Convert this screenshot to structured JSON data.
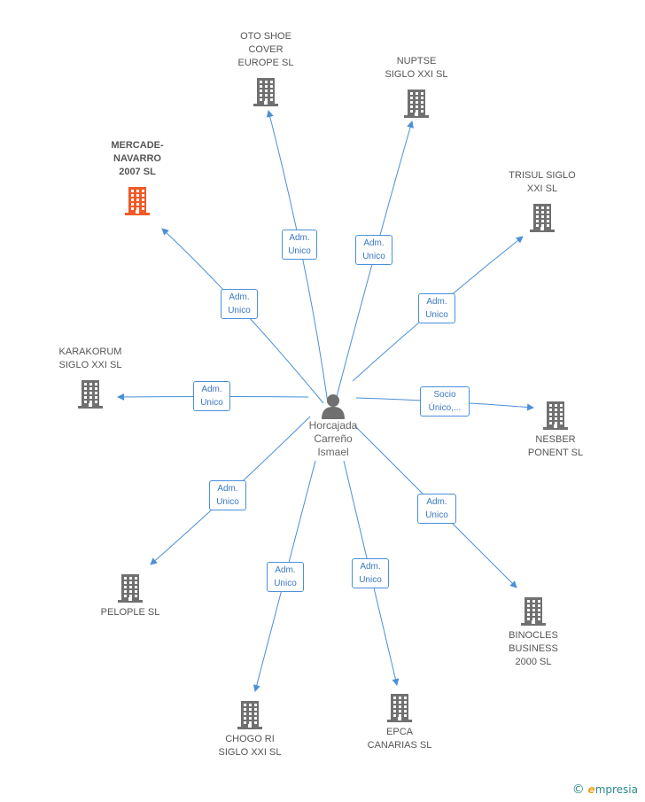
{
  "colors": {
    "edge": "#4a90d9",
    "building": "#707070",
    "building_highlight": "#f05a28"
  },
  "icons": {
    "company": "building-icon",
    "person": "person-icon"
  },
  "person": {
    "label_lines": [
      "Horcajada",
      "Carreño",
      "Ismael"
    ]
  },
  "companies": [
    {
      "id": "oto",
      "lines": [
        "OTO SHOE",
        "COVER",
        "EUROPE SL"
      ],
      "highlight": false,
      "relation": "Adm.\nUnico"
    },
    {
      "id": "nuptse",
      "lines": [
        "NUPTSE",
        "SIGLO XXI SL"
      ],
      "highlight": false,
      "relation": "Adm.\nUnico"
    },
    {
      "id": "mercade",
      "lines": [
        "MERCADE-",
        "NAVARRO",
        "2007 SL"
      ],
      "highlight": true,
      "relation": "Adm.\nUnico"
    },
    {
      "id": "trisul",
      "lines": [
        "TRISUL SIGLO",
        "XXI SL"
      ],
      "highlight": false,
      "relation": "Adm.\nUnico"
    },
    {
      "id": "karakorum",
      "lines": [
        "KARAKORUM",
        "SIGLO XXI SL"
      ],
      "highlight": false,
      "relation": "Adm.\nUnico"
    },
    {
      "id": "nesber",
      "lines": [
        "NESBER",
        "PONENT SL"
      ],
      "highlight": false,
      "relation": "Socio\nÚnico,..."
    },
    {
      "id": "pelople",
      "lines": [
        "PELOPLE SL"
      ],
      "highlight": false,
      "relation": "Adm.\nUnico"
    },
    {
      "id": "binocles",
      "lines": [
        "BINOCLES",
        "BUSINESS",
        "2000 SL"
      ],
      "highlight": false,
      "relation": "Adm.\nUnico"
    },
    {
      "id": "chogo",
      "lines": [
        "CHOGO RI",
        "SIGLO XXI SL"
      ],
      "highlight": false,
      "relation": "Adm.\nUnico"
    },
    {
      "id": "epca",
      "lines": [
        "EPCA",
        "CANARIAS SL"
      ],
      "highlight": false,
      "relation": "Adm.\nUnico"
    }
  ],
  "brand": {
    "copyright": "©",
    "initial": "e",
    "rest": "mpresia"
  }
}
